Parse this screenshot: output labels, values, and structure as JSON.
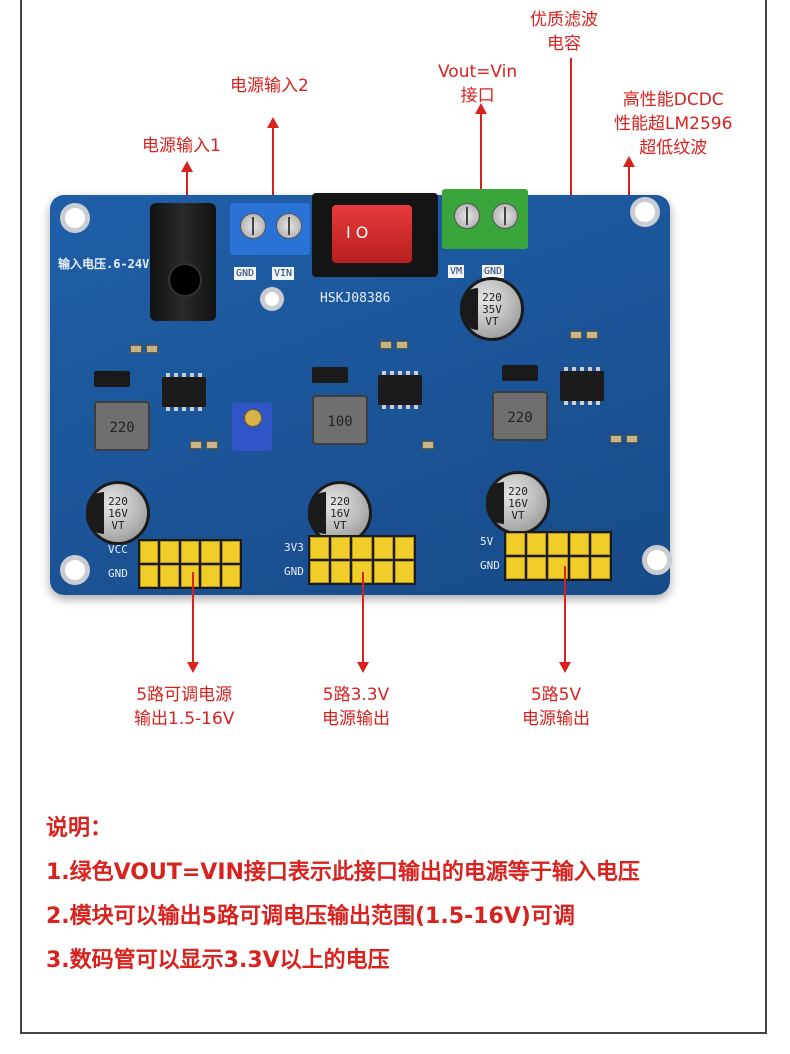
{
  "callouts": {
    "power_in_1": "电源输入1",
    "power_in_2": "电源输入2",
    "vout_vin": [
      "Vout=Vin",
      "接口"
    ],
    "filter_cap": [
      "优质滤波",
      "电容"
    ],
    "dcdc": [
      "高性能DCDC",
      "性能超LM2596",
      "超低纹波"
    ],
    "out_adj": [
      "5路可调电源",
      "输出1.5-16V"
    ],
    "out_33": [
      "5路3.3V",
      "电源输出"
    ],
    "out_5": [
      "5路5V",
      "电源输出"
    ]
  },
  "board": {
    "model": "HSKJ08386",
    "input_label": "输入电压.6-24V",
    "blue_terminal_pins": [
      "GND",
      "VIN"
    ],
    "green_terminal_pins": [
      "VM",
      "GND"
    ],
    "rocker_symbol": "I O",
    "inductor_labels": [
      "220",
      "100",
      "220"
    ],
    "cap_labels": [
      [
        "220",
        "16V",
        "VT"
      ],
      [
        "220",
        "16V",
        "VT"
      ],
      [
        "220",
        "16V",
        "VT"
      ],
      [
        "220",
        "35V",
        "VT"
      ]
    ],
    "header_rails": [
      "VCC",
      "GND",
      "3V3",
      "GND",
      "5V",
      "GND"
    ]
  },
  "notes": {
    "title": "说明：",
    "items": [
      "1.绿色VOUT=VIN接口表示此接口输出的电源等于输入电压",
      "2.模块可以输出5路可调电压输出范围(1.5-16V)可调",
      "3.数码管可以显示3.3V以上的电压"
    ]
  },
  "colors": {
    "accent": "#d8221e",
    "pcb": "#1f5fa8",
    "header_yellow": "#f1cd2a"
  }
}
